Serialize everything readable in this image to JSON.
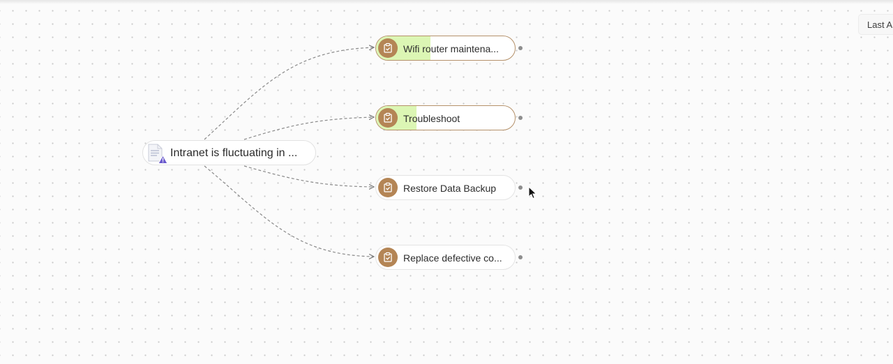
{
  "toolbar": {
    "last_button_label": "Last A"
  },
  "root": {
    "label": "Intranet is fluctuating in ...",
    "icon": "document-warning-icon"
  },
  "tasks": [
    {
      "label": "Wifi router maintena...",
      "icon": "clipboard-check-icon",
      "progress": 0.39
    },
    {
      "label": "Troubleshoot",
      "icon": "clipboard-check-icon",
      "progress": 0.29
    },
    {
      "label": "Restore Data Backup",
      "icon": "clipboard-check-icon",
      "progress": 0
    },
    {
      "label": "Replace defective co...",
      "icon": "clipboard-check-icon",
      "progress": 0
    }
  ],
  "colors": {
    "badge": "#b48555",
    "progress_fill": "#dcf6b4",
    "active_border": "#b5916a",
    "warning": "#6a5acd"
  }
}
